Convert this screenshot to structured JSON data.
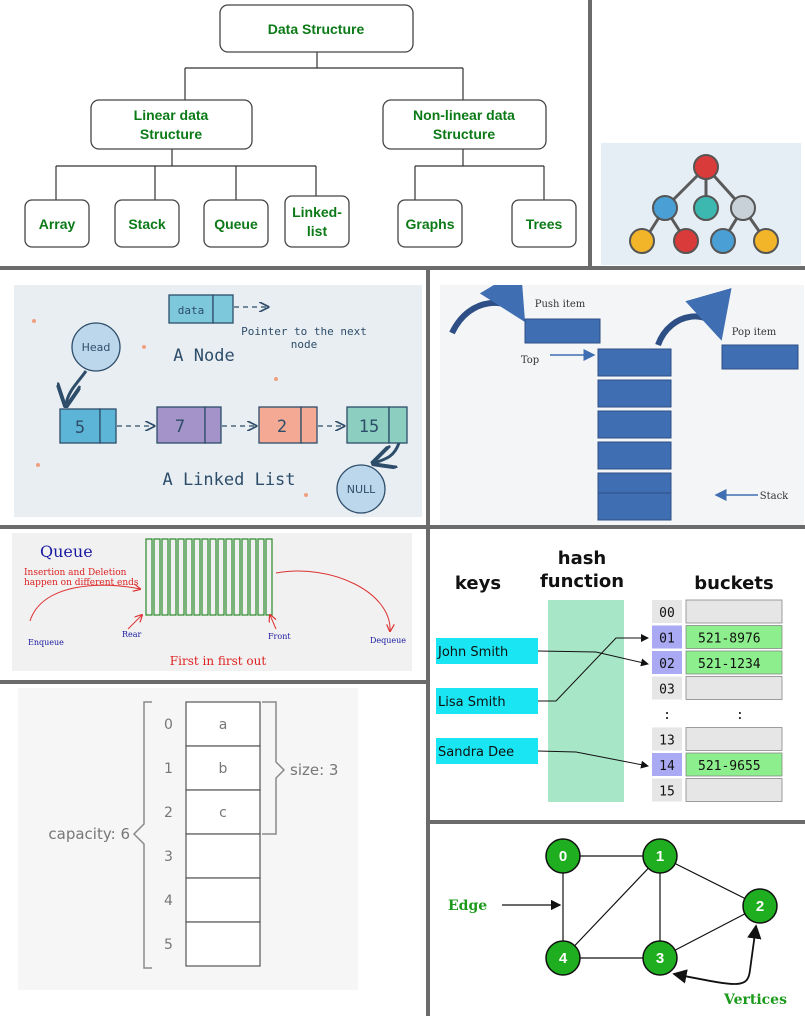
{
  "tree": {
    "root": "Data Structure",
    "linear": [
      "Linear data",
      "Structure"
    ],
    "nonlinear": [
      "Non-linear data",
      "Structure"
    ],
    "linear_children": [
      [
        "Array"
      ],
      [
        "Stack"
      ],
      [
        "Queue"
      ],
      [
        "Linked-",
        "list"
      ]
    ],
    "nonlinear_children": [
      [
        "Graphs"
      ],
      [
        "Trees"
      ]
    ]
  },
  "linked_list": {
    "node_data": "data",
    "pointer_text": [
      "Pointer to the next",
      "node"
    ],
    "node_caption": "A Node",
    "head": "Head",
    "values": [
      "5",
      "7",
      "2",
      "15"
    ],
    "null": "NULL",
    "caption": "A Linked List"
  },
  "stack": {
    "push": "Push item",
    "pop": "Pop item",
    "top": "Top",
    "stack": "Stack"
  },
  "queue": {
    "title": "Queue",
    "desc": [
      "Insertion and Deletion",
      "happen on different ends"
    ],
    "enqueue": "Enqueue",
    "rear": "Rear",
    "front": "Front",
    "dequeue": "Dequeue",
    "fifo": "First in first out"
  },
  "array": {
    "capacity": "capacity: 6",
    "size": "size: 3",
    "indices": [
      "0",
      "1",
      "2",
      "3",
      "4",
      "5"
    ],
    "values": [
      "a",
      "b",
      "c",
      "",
      "",
      ""
    ]
  },
  "hash": {
    "keys_title": "keys",
    "hash_title": [
      "hash",
      "function"
    ],
    "buckets_title": "buckets",
    "keys": [
      "John Smith",
      "Lisa Smith",
      "Sandra Dee"
    ],
    "buckets": [
      {
        "idx": "00",
        "val": ""
      },
      {
        "idx": "01",
        "val": "521-8976"
      },
      {
        "idx": "02",
        "val": "521-1234"
      },
      {
        "idx": "03",
        "val": ""
      },
      {
        "idx": ":",
        "val": ":"
      },
      {
        "idx": "13",
        "val": ""
      },
      {
        "idx": "14",
        "val": "521-9655"
      },
      {
        "idx": "15",
        "val": ""
      }
    ]
  },
  "graph": {
    "nodes": [
      "0",
      "1",
      "2",
      "3",
      "4"
    ],
    "edge_label": "Edge",
    "vertices_label": "Vertices"
  },
  "colors": {
    "green": "#0b7a17",
    "tree_node_red": "#d93a3a",
    "tree_node_blue": "#4a9fd4",
    "tree_node_teal": "#3cb8b0",
    "tree_node_yellow": "#f2b52a",
    "stack_blue": "#3f6eb3",
    "hash_cyan": "#19e6f2",
    "hash_green": "#8cee8c",
    "graph_green": "#1fae1f"
  }
}
